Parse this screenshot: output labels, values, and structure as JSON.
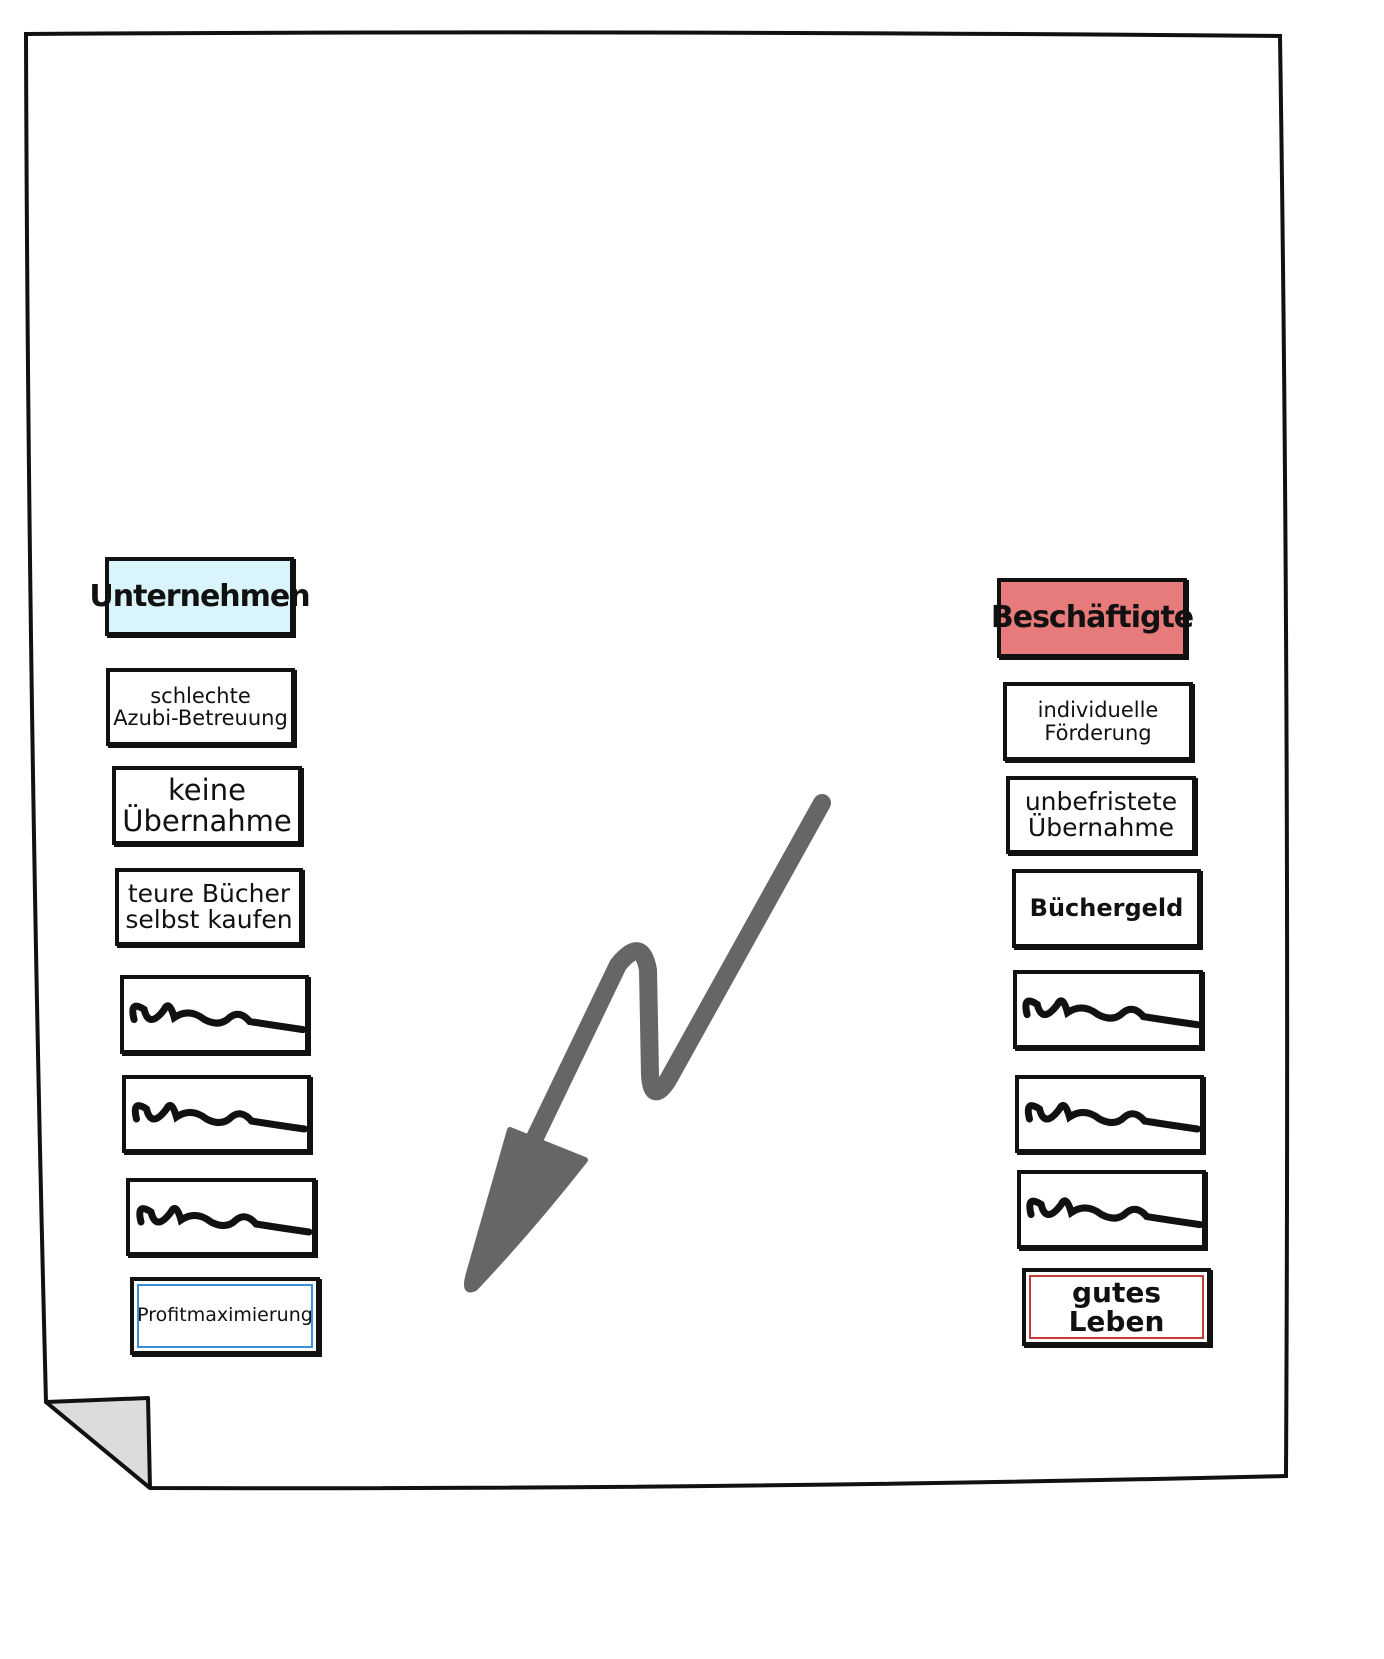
{
  "colors": {
    "companies": "#d9f4fb",
    "employees": "#e77b7b",
    "arrow": "#666666",
    "profit_border": "#3b8fd6",
    "good_life_border": "#c23a3a"
  },
  "left": {
    "header": "Unternehmen",
    "items": [
      {
        "lines": [
          "schlechte",
          "Azubi-Betreuung"
        ]
      },
      {
        "lines": [
          "keine",
          "Übernahme"
        ]
      },
      {
        "lines": [
          "teure Bücher",
          "selbst kaufen"
        ]
      }
    ],
    "signature_icon": "scribble-icon",
    "goal": "Profitmaximierung"
  },
  "right": {
    "header": "Beschäftigte",
    "items": [
      {
        "lines": [
          "individuelle",
          "Förderung"
        ]
      },
      {
        "lines": [
          "unbefristete",
          "Übernahme"
        ]
      },
      {
        "lines": [
          "Büchergeld"
        ]
      }
    ],
    "signature_icon": "scribble-icon",
    "goal": "gutes Leben"
  },
  "arrow_icon": "lightning-arrow-icon"
}
